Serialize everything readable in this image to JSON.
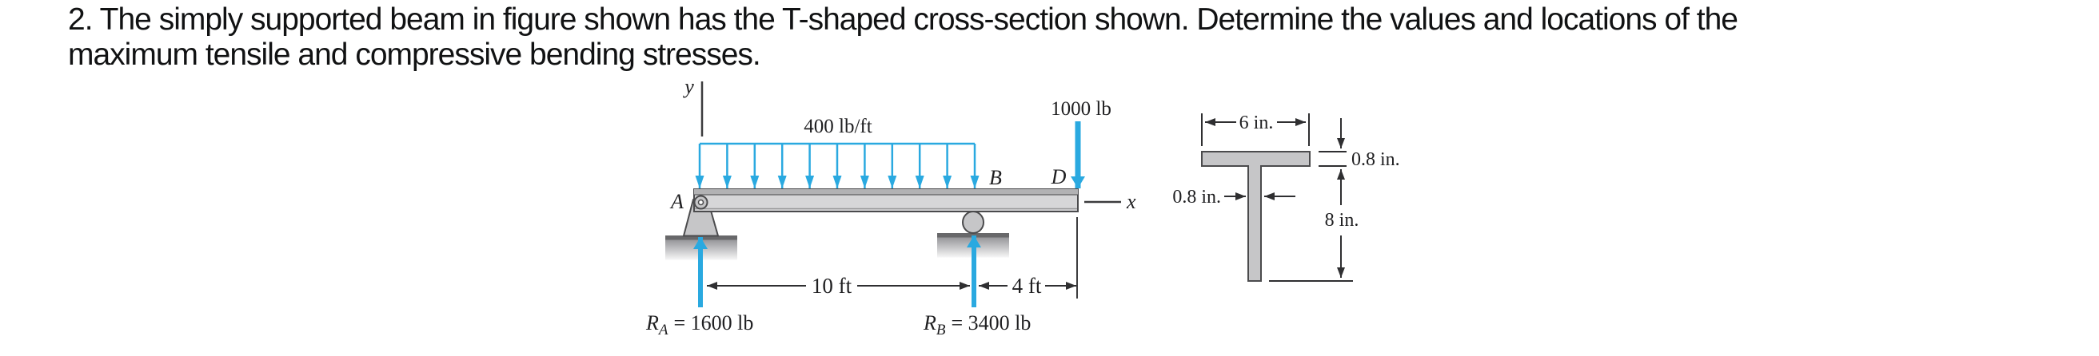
{
  "problem_statement": {
    "line1": "2. The simply supported beam in figure shown has the T-shaped cross-section shown. Determine the values and locations of the",
    "line2": "maximum tensile and compressive bending stresses."
  },
  "beam_diagram": {
    "y_axis_label": "y",
    "x_axis_label": "x",
    "distributed_load": "400 lb/ft",
    "point_load": "1000 lb",
    "support_a": "A",
    "point_b": "B",
    "point_d": "D",
    "span_ab": "10 ft",
    "span_bd": "4 ft",
    "reaction_a": {
      "symbol": "R",
      "subscript": "A",
      "value": "= 1600 lb"
    },
    "reaction_b": {
      "symbol": "R",
      "subscript": "B",
      "value": "= 3400 lb"
    }
  },
  "cross_section": {
    "flange_width": "6 in.",
    "flange_thickness": "0.8 in.",
    "web_thickness": "0.8 in.",
    "web_height": "8 in."
  },
  "colors": {
    "load_arrow_blue": "#2aa9e0",
    "member_gray": "#c6c6c8",
    "beam_gray": "#d6d6d8",
    "outline_gray": "#4b4b4d",
    "dimension_black": "#2f2f31"
  }
}
